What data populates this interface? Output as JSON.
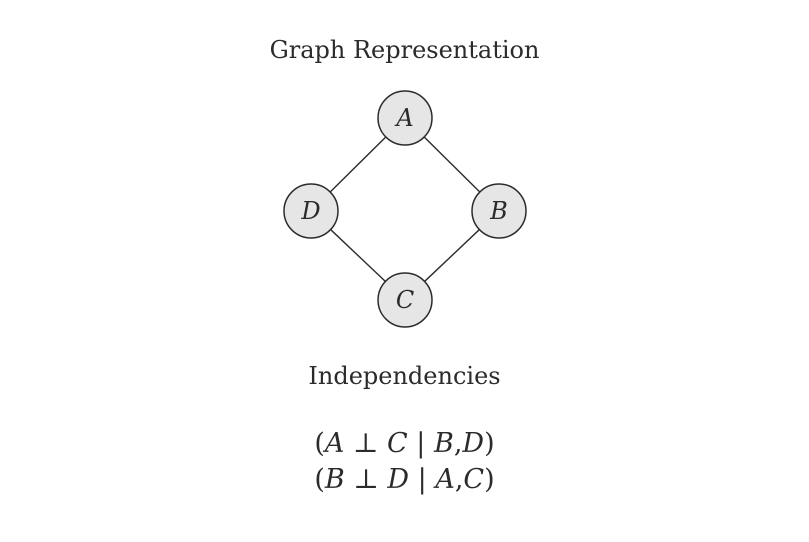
{
  "graph_title": "Graph Representation",
  "independencies_title": "Independencies",
  "nodes": [
    {
      "id": "A",
      "label": "A"
    },
    {
      "id": "B",
      "label": "B"
    },
    {
      "id": "C",
      "label": "C"
    },
    {
      "id": "D",
      "label": "D"
    }
  ],
  "edges": [
    {
      "from": "A",
      "to": "D"
    },
    {
      "from": "A",
      "to": "B"
    },
    {
      "from": "D",
      "to": "C"
    },
    {
      "from": "B",
      "to": "C"
    }
  ],
  "independencies": [
    {
      "left": "A",
      "right": "C",
      "given": [
        "B",
        "D"
      ]
    },
    {
      "left": "B",
      "right": "D",
      "given": [
        "A",
        "C"
      ]
    }
  ],
  "symbols": {
    "open_paren": "(",
    "close_paren": ")",
    "perp": "⊥",
    "bar": "|",
    "comma": ","
  },
  "colors": {
    "node_fill": "#e6e6e6",
    "stroke": "#2b2b2b",
    "background": "#ffffff"
  }
}
